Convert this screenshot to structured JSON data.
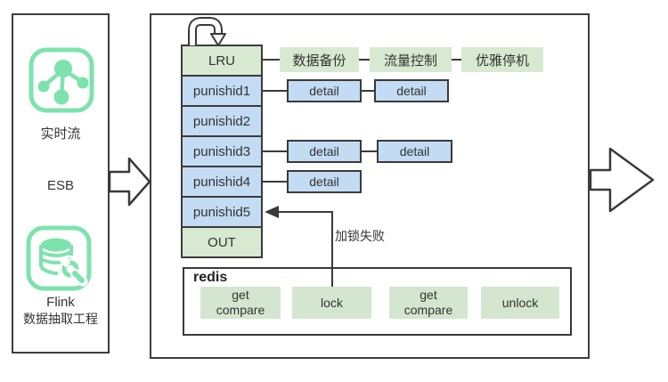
{
  "colors": {
    "box_green": "#d7e9d1",
    "box_blue": "#c3dcf3",
    "redis_op_green": "#d4e6cf",
    "border_dark": "#3a3a3a",
    "icon_mint": "#7de3ad",
    "text": "#333333"
  },
  "left_panel": {
    "stream_icon": "network-hub-icon",
    "stream_label": "实时流",
    "esb_label": "ESB",
    "flink_icon": "database-wrench-icon",
    "flink_label": "Flink",
    "flink_sublabel": "数据抽取工程"
  },
  "pipeline": {
    "loop_icon": "self-loop-arrow",
    "rows": [
      "LRU",
      "punishid1",
      "punishid2",
      "punishid3",
      "punishid4",
      "punishid5",
      "OUT"
    ]
  },
  "feature_tags": [
    "数据备份",
    "流量控制",
    "优雅停机"
  ],
  "details": [
    "detail",
    "detail",
    "detail",
    "detail",
    "detail"
  ],
  "lock_fail_label": "加锁失败",
  "redis": {
    "title": "redis",
    "ops": [
      {
        "l1": "get",
        "l2": "compare"
      },
      {
        "l1": "lock"
      },
      {
        "l1": "get",
        "l2": "compare"
      },
      {
        "l1": "unlock"
      }
    ]
  }
}
